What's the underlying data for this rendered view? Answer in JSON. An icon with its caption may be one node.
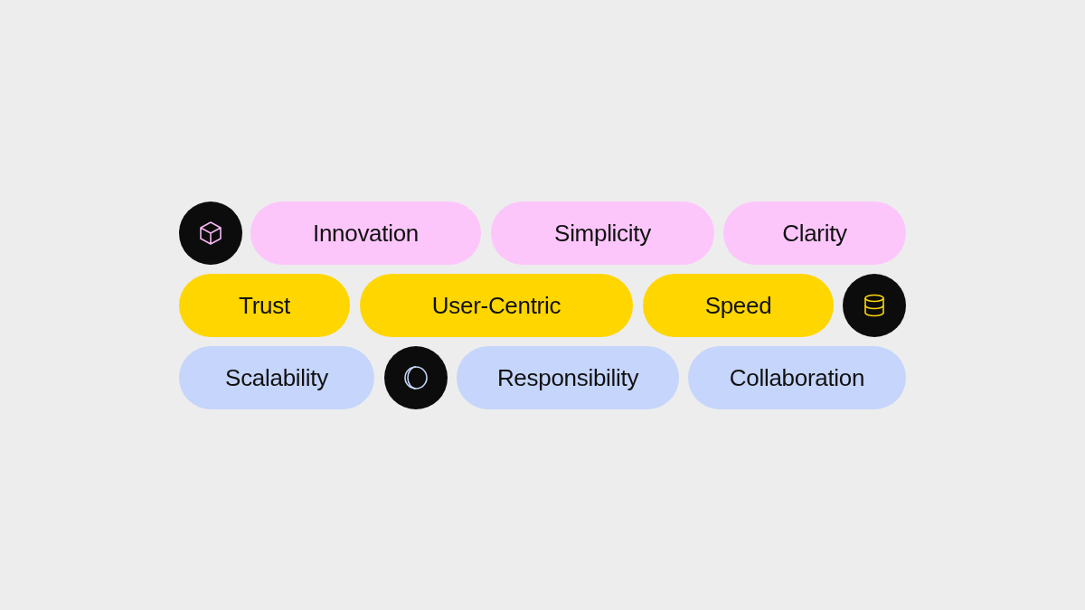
{
  "diagram": {
    "nodes": [
      {
        "text": [],
        "shape": "circle"
      },
      {
        "text": [
          "Innovation"
        ]
      },
      {
        "text": [
          "Simplicity"
        ]
      },
      {
        "text": [
          "Clarity"
        ]
      },
      {
        "text": [
          "Trust"
        ]
      },
      {
        "text": [
          "User-Centric"
        ]
      },
      {
        "text": [
          "Speed"
        ]
      },
      {
        "text": [],
        "shape": "circle"
      },
      {
        "text": [
          "Scalability"
        ]
      },
      {
        "text": [],
        "shape": "circle"
      },
      {
        "text": [
          "Responsibility"
        ]
      },
      {
        "text": [
          "Collaboration"
        ]
      }
    ],
    "edges": []
  }
}
